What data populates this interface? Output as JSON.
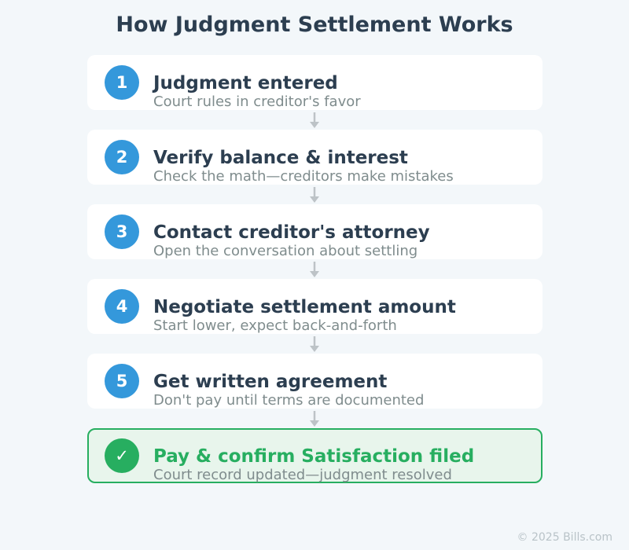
{
  "title": "How Judgment Settlement Works",
  "steps": [
    {
      "badge": "1",
      "title": "Judgment entered",
      "description": "Court rules in creditor's favor"
    },
    {
      "badge": "2",
      "title": "Verify balance & interest",
      "description": "Check the math—creditors make mistakes"
    },
    {
      "badge": "3",
      "title": "Contact creditor's attorney",
      "description": "Open the conversation about settling"
    },
    {
      "badge": "4",
      "title": "Negotiate settlement amount",
      "description": "Start lower, expect back-and-forth"
    },
    {
      "badge": "5",
      "title": "Get written agreement",
      "description": "Don't pay until terms are documented"
    },
    {
      "badge": "✓",
      "title": "Pay & confirm Satisfaction filed",
      "description": "Court record updated—judgment resolved"
    }
  ],
  "footer": "© 2025 Bills.com",
  "colors": {
    "step_badge": "#3498db",
    "final_accent": "#27ae60",
    "final_background": "#e8f5ec",
    "title_text": "#2c3e50",
    "description_text": "#7f8c8d",
    "arrow": "#bdc3c7"
  },
  "icons": {
    "connector": "arrow-down-icon",
    "final_badge": "checkmark-icon"
  }
}
